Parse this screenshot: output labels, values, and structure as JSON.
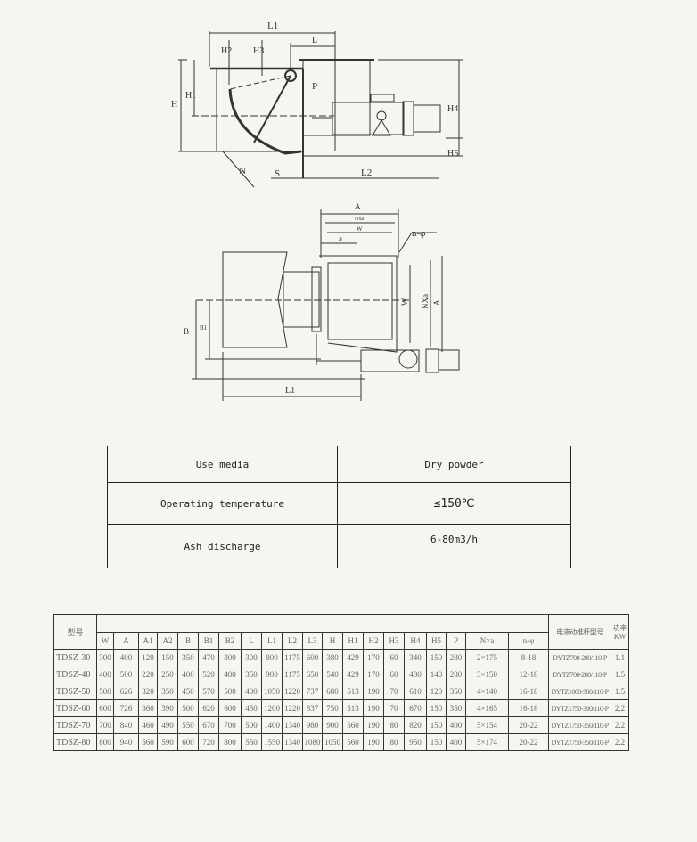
{
  "drawing": {
    "side_view_labels": [
      "L1",
      "L",
      "H2",
      "H3",
      "H1",
      "H",
      "P",
      "N",
      "S",
      "L2",
      "H4",
      "H5"
    ],
    "top_view_labels": [
      "A",
      "Nxa",
      "W",
      "a",
      "n-φ",
      "W",
      "NXa",
      "A",
      "B",
      "B1",
      "L1"
    ]
  },
  "spec_table": {
    "rows": [
      {
        "label": "Use media",
        "value": "Dry powder"
      },
      {
        "label": "Operating temperature",
        "value": "≤150℃"
      },
      {
        "label": "Ash discharge",
        "value": "6-80m3/h"
      }
    ]
  },
  "dim_table": {
    "model_header": "型号",
    "motor_header": "电液动推杆型号",
    "power_header": "功率KW",
    "columns": [
      "W",
      "A",
      "A1",
      "A2",
      "B",
      "B1",
      "B2",
      "L",
      "L1",
      "L2",
      "L3",
      "H",
      "H1",
      "H2",
      "H3",
      "H4",
      "H5",
      "P",
      "N×a",
      "n-φ"
    ],
    "rows": [
      {
        "model": "TDSZ-30",
        "values": [
          "300",
          "400",
          "120",
          "150",
          "350",
          "470",
          "300",
          "300",
          "800",
          "1175",
          "600",
          "380",
          "429",
          "170",
          "60",
          "340",
          "150",
          "280",
          "2×175",
          "8-18"
        ],
        "motor": "DYTZ700-280/110-P",
        "kw": "1.1"
      },
      {
        "model": "TDSZ-40",
        "values": [
          "400",
          "500",
          "220",
          "250",
          "400",
          "520",
          "400",
          "350",
          "900",
          "1175",
          "650",
          "540",
          "429",
          "170",
          "60",
          "480",
          "140",
          "280",
          "3×150",
          "12-18"
        ],
        "motor": "DYTZ700-280/110-P",
        "kw": "1.5"
      },
      {
        "model": "TDSZ-50",
        "values": [
          "500",
          "626",
          "320",
          "350",
          "450",
          "570",
          "500",
          "400",
          "1050",
          "1220",
          "737",
          "680",
          "513",
          "190",
          "70",
          "610",
          "120",
          "350",
          "4×140",
          "16-18"
        ],
        "motor": "DYTZ1000-300/110-P",
        "kw": "1.5"
      },
      {
        "model": "TDSZ-60",
        "values": [
          "600",
          "726",
          "360",
          "390",
          "500",
          "620",
          "600",
          "450",
          "1200",
          "1220",
          "837",
          "750",
          "513",
          "190",
          "70",
          "670",
          "150",
          "350",
          "4×165",
          "16-18"
        ],
        "motor": "DYTZ1750-300/110-P",
        "kw": "2.2"
      },
      {
        "model": "TDSZ-70",
        "values": [
          "700",
          "840",
          "460",
          "490",
          "550",
          "670",
          "700",
          "500",
          "1400",
          "1340",
          "980",
          "900",
          "560",
          "190",
          "80",
          "820",
          "150",
          "400",
          "5×154",
          "20-22"
        ],
        "motor": "DYTZ1750-350/110-P",
        "kw": "2.2"
      },
      {
        "model": "TDSZ-80",
        "values": [
          "800",
          "940",
          "560",
          "590",
          "600",
          "720",
          "800",
          "550",
          "1550",
          "1340",
          "1080",
          "1050",
          "560",
          "190",
          "80",
          "950",
          "150",
          "400",
          "5×174",
          "20-22"
        ],
        "motor": "DYTZ1750-350/110-P",
        "kw": "2.2"
      }
    ]
  }
}
